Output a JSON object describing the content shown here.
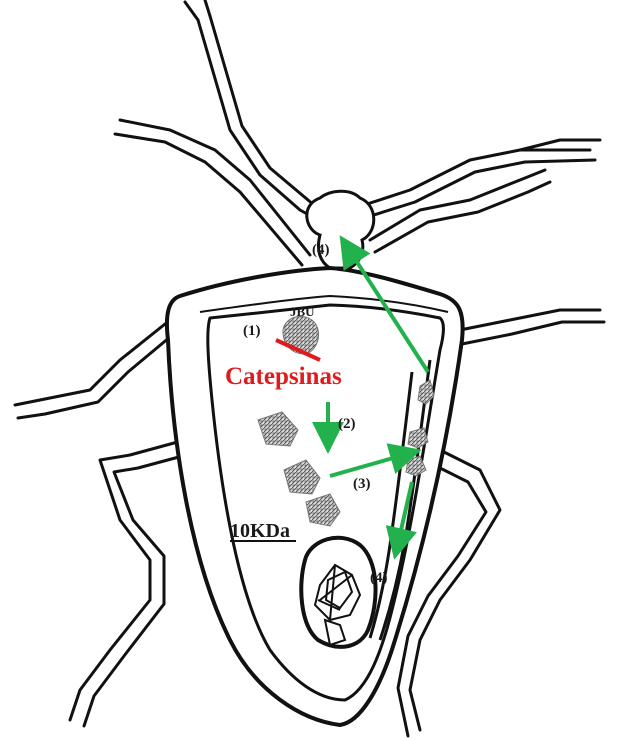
{
  "labels": {
    "jbu": "JBU",
    "step1": "(1)",
    "cathepsins": "Catepsinas",
    "step2": "(2)",
    "step3": "(3)",
    "step4_top": "(4)",
    "step4_bottom": "(4)",
    "peptide": "10KDa"
  },
  "colors": {
    "outline": "#111111",
    "arrow": "#22b14c",
    "cathepsin_text": "#e01b1b",
    "fragment": "#8a8a8a"
  }
}
